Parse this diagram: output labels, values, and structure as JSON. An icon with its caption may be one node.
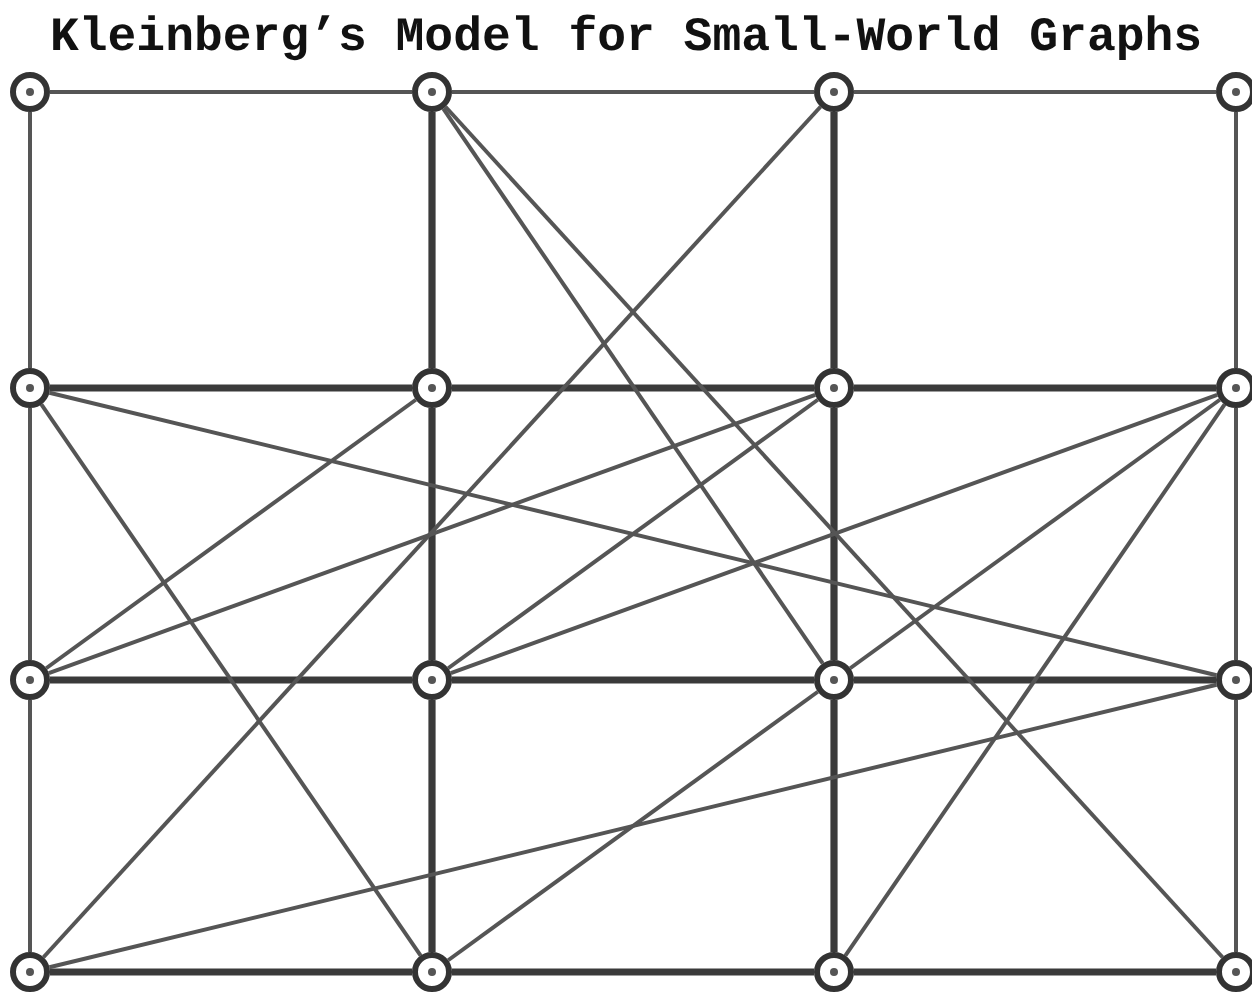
{
  "diagram": {
    "title": "Kleinberg’s Model for Small-World Graphs",
    "nodes": [
      {
        "text": [],
        "shape": "circle"
      },
      {
        "text": [],
        "shape": "circle"
      },
      {
        "text": [],
        "shape": "circle"
      },
      {
        "text": [],
        "shape": "circle"
      },
      {
        "text": [],
        "shape": "circle"
      },
      {
        "text": [],
        "shape": "circle"
      },
      {
        "text": [],
        "shape": "circle"
      },
      {
        "text": [],
        "shape": "circle"
      },
      {
        "text": [],
        "shape": "circle"
      },
      {
        "text": [],
        "shape": "circle"
      },
      {
        "text": [],
        "shape": "circle"
      },
      {
        "text": [],
        "shape": "circle"
      },
      {
        "text": [],
        "shape": "circle"
      },
      {
        "text": [],
        "shape": "circle"
      },
      {
        "text": [],
        "shape": "circle"
      },
      {
        "text": [],
        "shape": "circle"
      }
    ],
    "edges": [
      {
        "from": 0,
        "to": 1,
        "arrow": "none"
      },
      {
        "from": 1,
        "to": 2,
        "arrow": "none"
      },
      {
        "from": 2,
        "to": 3,
        "arrow": "none"
      },
      {
        "from": 4,
        "to": 5,
        "arrow": "none",
        "style": "thick"
      },
      {
        "from": 5,
        "to": 6,
        "arrow": "none",
        "style": "thick"
      },
      {
        "from": 6,
        "to": 7,
        "arrow": "none",
        "style": "thick"
      },
      {
        "from": 8,
        "to": 9,
        "arrow": "none",
        "style": "thick"
      },
      {
        "from": 9,
        "to": 10,
        "arrow": "none",
        "style": "thick"
      },
      {
        "from": 10,
        "to": 11,
        "arrow": "none",
        "style": "thick"
      },
      {
        "from": 12,
        "to": 13,
        "arrow": "none",
        "style": "thick"
      },
      {
        "from": 13,
        "to": 14,
        "arrow": "none",
        "style": "thick"
      },
      {
        "from": 14,
        "to": 15,
        "arrow": "none",
        "style": "thick"
      },
      {
        "from": 0,
        "to": 4,
        "arrow": "none"
      },
      {
        "from": 4,
        "to": 8,
        "arrow": "none"
      },
      {
        "from": 8,
        "to": 12,
        "arrow": "none"
      },
      {
        "from": 1,
        "to": 5,
        "arrow": "none",
        "style": "thick"
      },
      {
        "from": 5,
        "to": 9,
        "arrow": "none",
        "style": "thick"
      },
      {
        "from": 9,
        "to": 13,
        "arrow": "none",
        "style": "thick"
      },
      {
        "from": 2,
        "to": 6,
        "arrow": "none",
        "style": "thick"
      },
      {
        "from": 6,
        "to": 10,
        "arrow": "none",
        "style": "thick"
      },
      {
        "from": 10,
        "to": 14,
        "arrow": "none",
        "style": "thick"
      },
      {
        "from": 3,
        "to": 7,
        "arrow": "none"
      },
      {
        "from": 7,
        "to": 11,
        "arrow": "none"
      },
      {
        "from": 11,
        "to": 15,
        "arrow": "none"
      },
      {
        "from": 1,
        "to": 10,
        "arrow": "none"
      },
      {
        "from": 1,
        "to": 15,
        "arrow": "none"
      },
      {
        "from": 2,
        "to": 12,
        "arrow": "none"
      },
      {
        "from": 5,
        "to": 8,
        "arrow": "none"
      },
      {
        "from": 8,
        "to": 6,
        "arrow": "none"
      },
      {
        "from": 4,
        "to": 13,
        "arrow": "none"
      },
      {
        "from": 4,
        "to": 11,
        "arrow": "none"
      },
      {
        "from": 9,
        "to": 6,
        "arrow": "none"
      },
      {
        "from": 9,
        "to": 7,
        "arrow": "none"
      },
      {
        "from": 7,
        "to": 10,
        "arrow": "none"
      },
      {
        "from": 10,
        "to": 13,
        "arrow": "none"
      },
      {
        "from": 7,
        "to": 14,
        "arrow": "none"
      },
      {
        "from": 11,
        "to": 12,
        "arrow": "none"
      }
    ]
  }
}
